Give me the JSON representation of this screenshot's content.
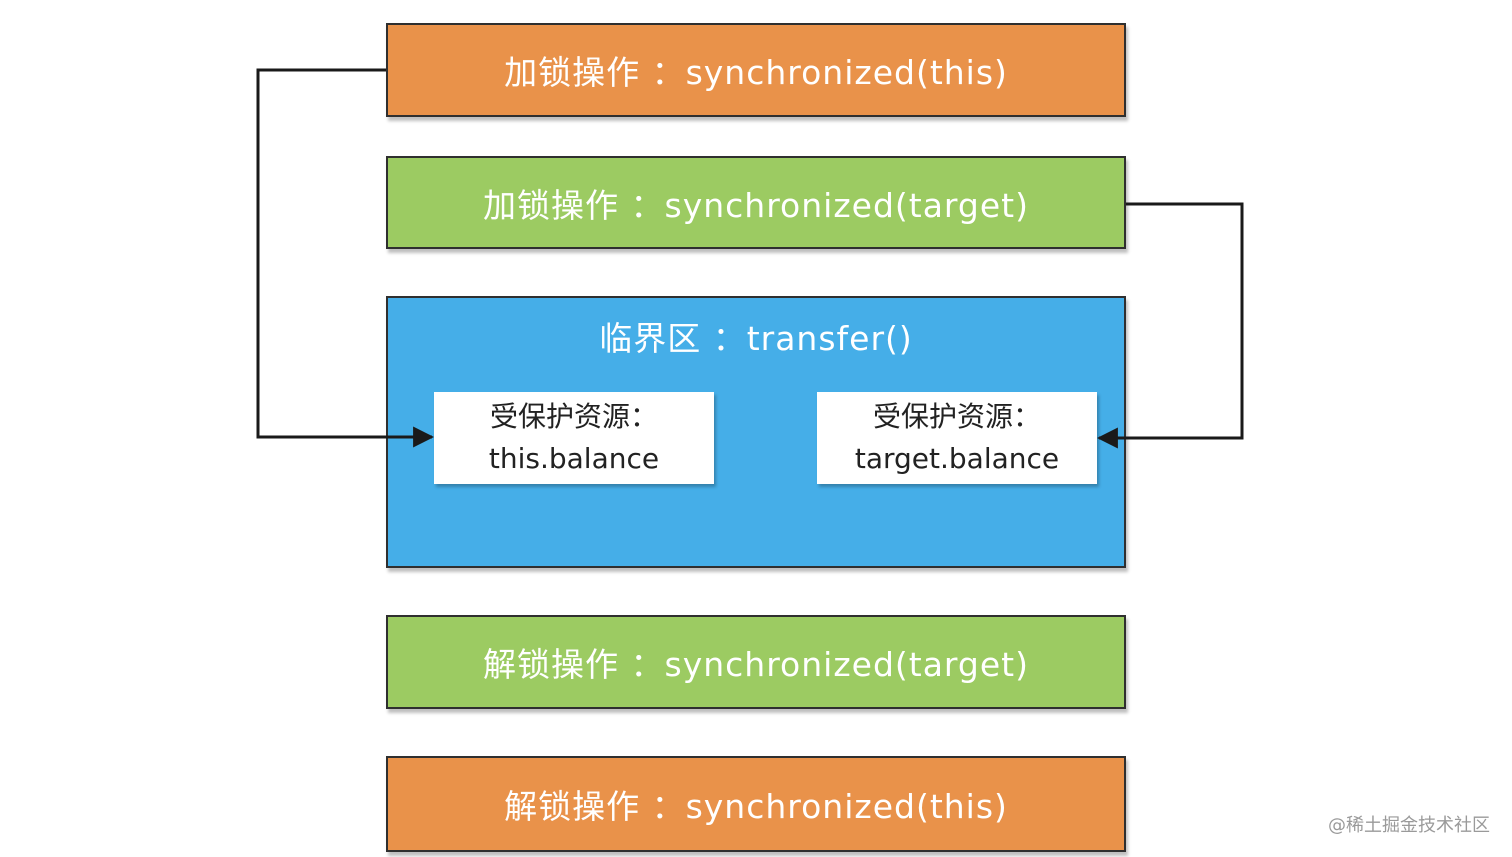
{
  "blocks": {
    "lock_this": "加锁操作 ：synchronized(this)",
    "lock_target": "加锁操作 ：synchronized(target)",
    "critical_section": "临界区 ：transfer()",
    "unlock_target": "解锁操作 ：synchronized(target)",
    "unlock_this": "解锁操作 ：synchronized(this)"
  },
  "resources": {
    "this_label": "受保护资源：",
    "this_value": "this.balance",
    "target_label": "受保护资源：",
    "target_value": "target.balance"
  },
  "watermark": "@稀土掘金技术社区",
  "colors": {
    "orange": "#e9924a",
    "green": "#9ccb62",
    "blue": "#45aee8",
    "border": "#2f2f2f"
  }
}
